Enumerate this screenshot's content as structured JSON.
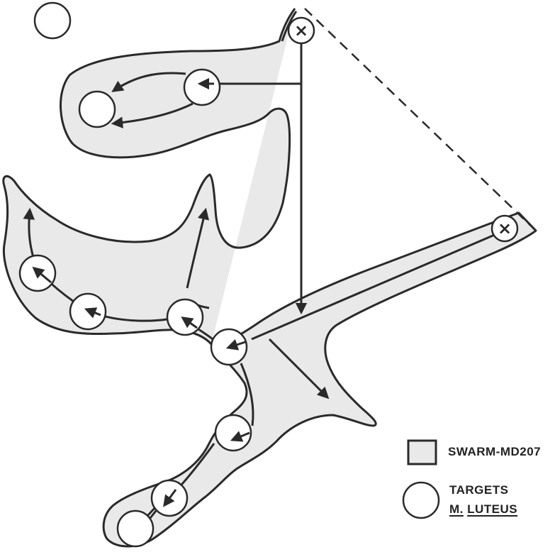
{
  "legend": {
    "swarm_label": "SWARM-MD207",
    "targets_label": "TARGETS",
    "targets_species_genus": "M.",
    "targets_species_name": "LUTEUS"
  },
  "symbols": {
    "release_point_glyph": "×"
  },
  "colors": {
    "swarm_fill": "#e9e9e9",
    "outline": "#2a2a2a",
    "background": "#ffffff",
    "target_fill": "#ffffff"
  },
  "icons": [
    "swarm-region-icon",
    "target-circle-icon",
    "release-point-icon",
    "arrow-icon"
  ]
}
